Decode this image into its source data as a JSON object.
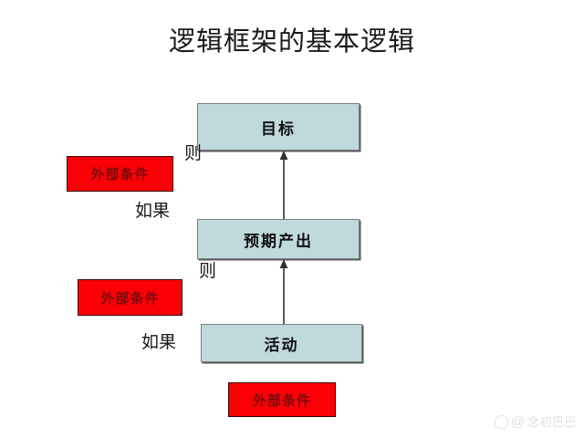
{
  "slide": {
    "title": "逻辑框架的基本逻辑",
    "background_color": "#ffffff"
  },
  "colors": {
    "node_fill": "#bfd9dd",
    "node_border": "#7d7d7d",
    "condition_fill": "#fb0007",
    "condition_border": "#3a0304",
    "condition_text": "#7a0a0a",
    "arrow": "#5c5c5c",
    "text": "#1a1a1a"
  },
  "nodes": [
    {
      "id": "goal",
      "label": "目标",
      "name": "goal-box"
    },
    {
      "id": "output",
      "label": "预期产出",
      "name": "expected-output-box"
    },
    {
      "id": "activity",
      "label": "活动",
      "name": "activity-box"
    }
  ],
  "conditions": [
    {
      "id": "cond_1",
      "label": "外部条件"
    },
    {
      "id": "cond_2",
      "label": "外部条件"
    },
    {
      "id": "cond_3",
      "label": "外部条件"
    }
  ],
  "connector_labels": [
    {
      "id": "then_1",
      "label": "则"
    },
    {
      "id": "if_1",
      "label": "如果"
    },
    {
      "id": "then_2",
      "label": "则"
    },
    {
      "id": "if_2",
      "label": "如果"
    }
  ],
  "arrows": [
    {
      "id": "arrow_1",
      "from": "output",
      "to": "goal",
      "direction": "up"
    },
    {
      "id": "arrow_2",
      "from": "activity",
      "to": "output",
      "direction": "up"
    }
  ],
  "watermark": {
    "icon": "paw-icon",
    "at": "@",
    "text": "念初巴巴"
  }
}
